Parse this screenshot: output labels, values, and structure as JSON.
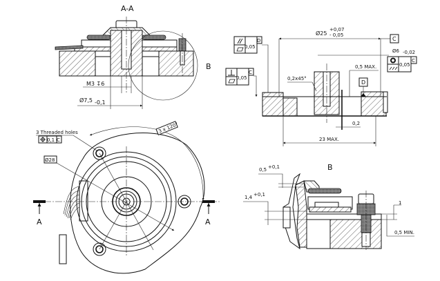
{
  "drawing": {
    "type": "technical-drawing",
    "subject": "rotary encoder / motor mount assembly"
  },
  "section_aa": {
    "title": "A-A",
    "detail_ref": "B",
    "thread_label": "M3 ↧6",
    "diameter_label": "Ø7,5",
    "diameter_tol": "-0,1"
  },
  "shaft_view": {
    "dia_main": "Ø25",
    "dia_tol_upper": "+0,07",
    "dia_tol_lower": "- 0,05",
    "datum_c": "C",
    "datum_d": "D",
    "dia_small": "Ø6",
    "dia_small_tol": "-0,02",
    "chamfer": "0,2x45°",
    "max_gap": "0,5 MAX.",
    "gap": "0,2",
    "max_length": "23 MAX.",
    "fcf_parallel": {
      "symbols": [
        "//",
        "▱"
      ],
      "value": "0,05",
      "datum": "D"
    },
    "fcf_perp": {
      "symbols": [
        "⊥",
        "▱"
      ],
      "value": "0,05",
      "datum": "C"
    },
    "fcf_conc": {
      "symbols": [
        "◎",
        "runout"
      ],
      "value": "0,05",
      "datum": "C"
    }
  },
  "front_view": {
    "threaded_holes_label": "3 Threaded holes",
    "position_fcf": {
      "symbol": "⌖",
      "value": "0,1",
      "datum": "C"
    },
    "dia_label": "Ø28",
    "angle_label": "3 x 120°",
    "section_left": "A",
    "section_right": "A"
  },
  "detail_b": {
    "title": "B",
    "dim_top": "0,5",
    "dim_top_tol": "+0,1",
    "dim_mid": "1,4",
    "dim_mid_tol": "+0,1",
    "dim_right": "1",
    "dim_min": "0,5 MIN."
  }
}
